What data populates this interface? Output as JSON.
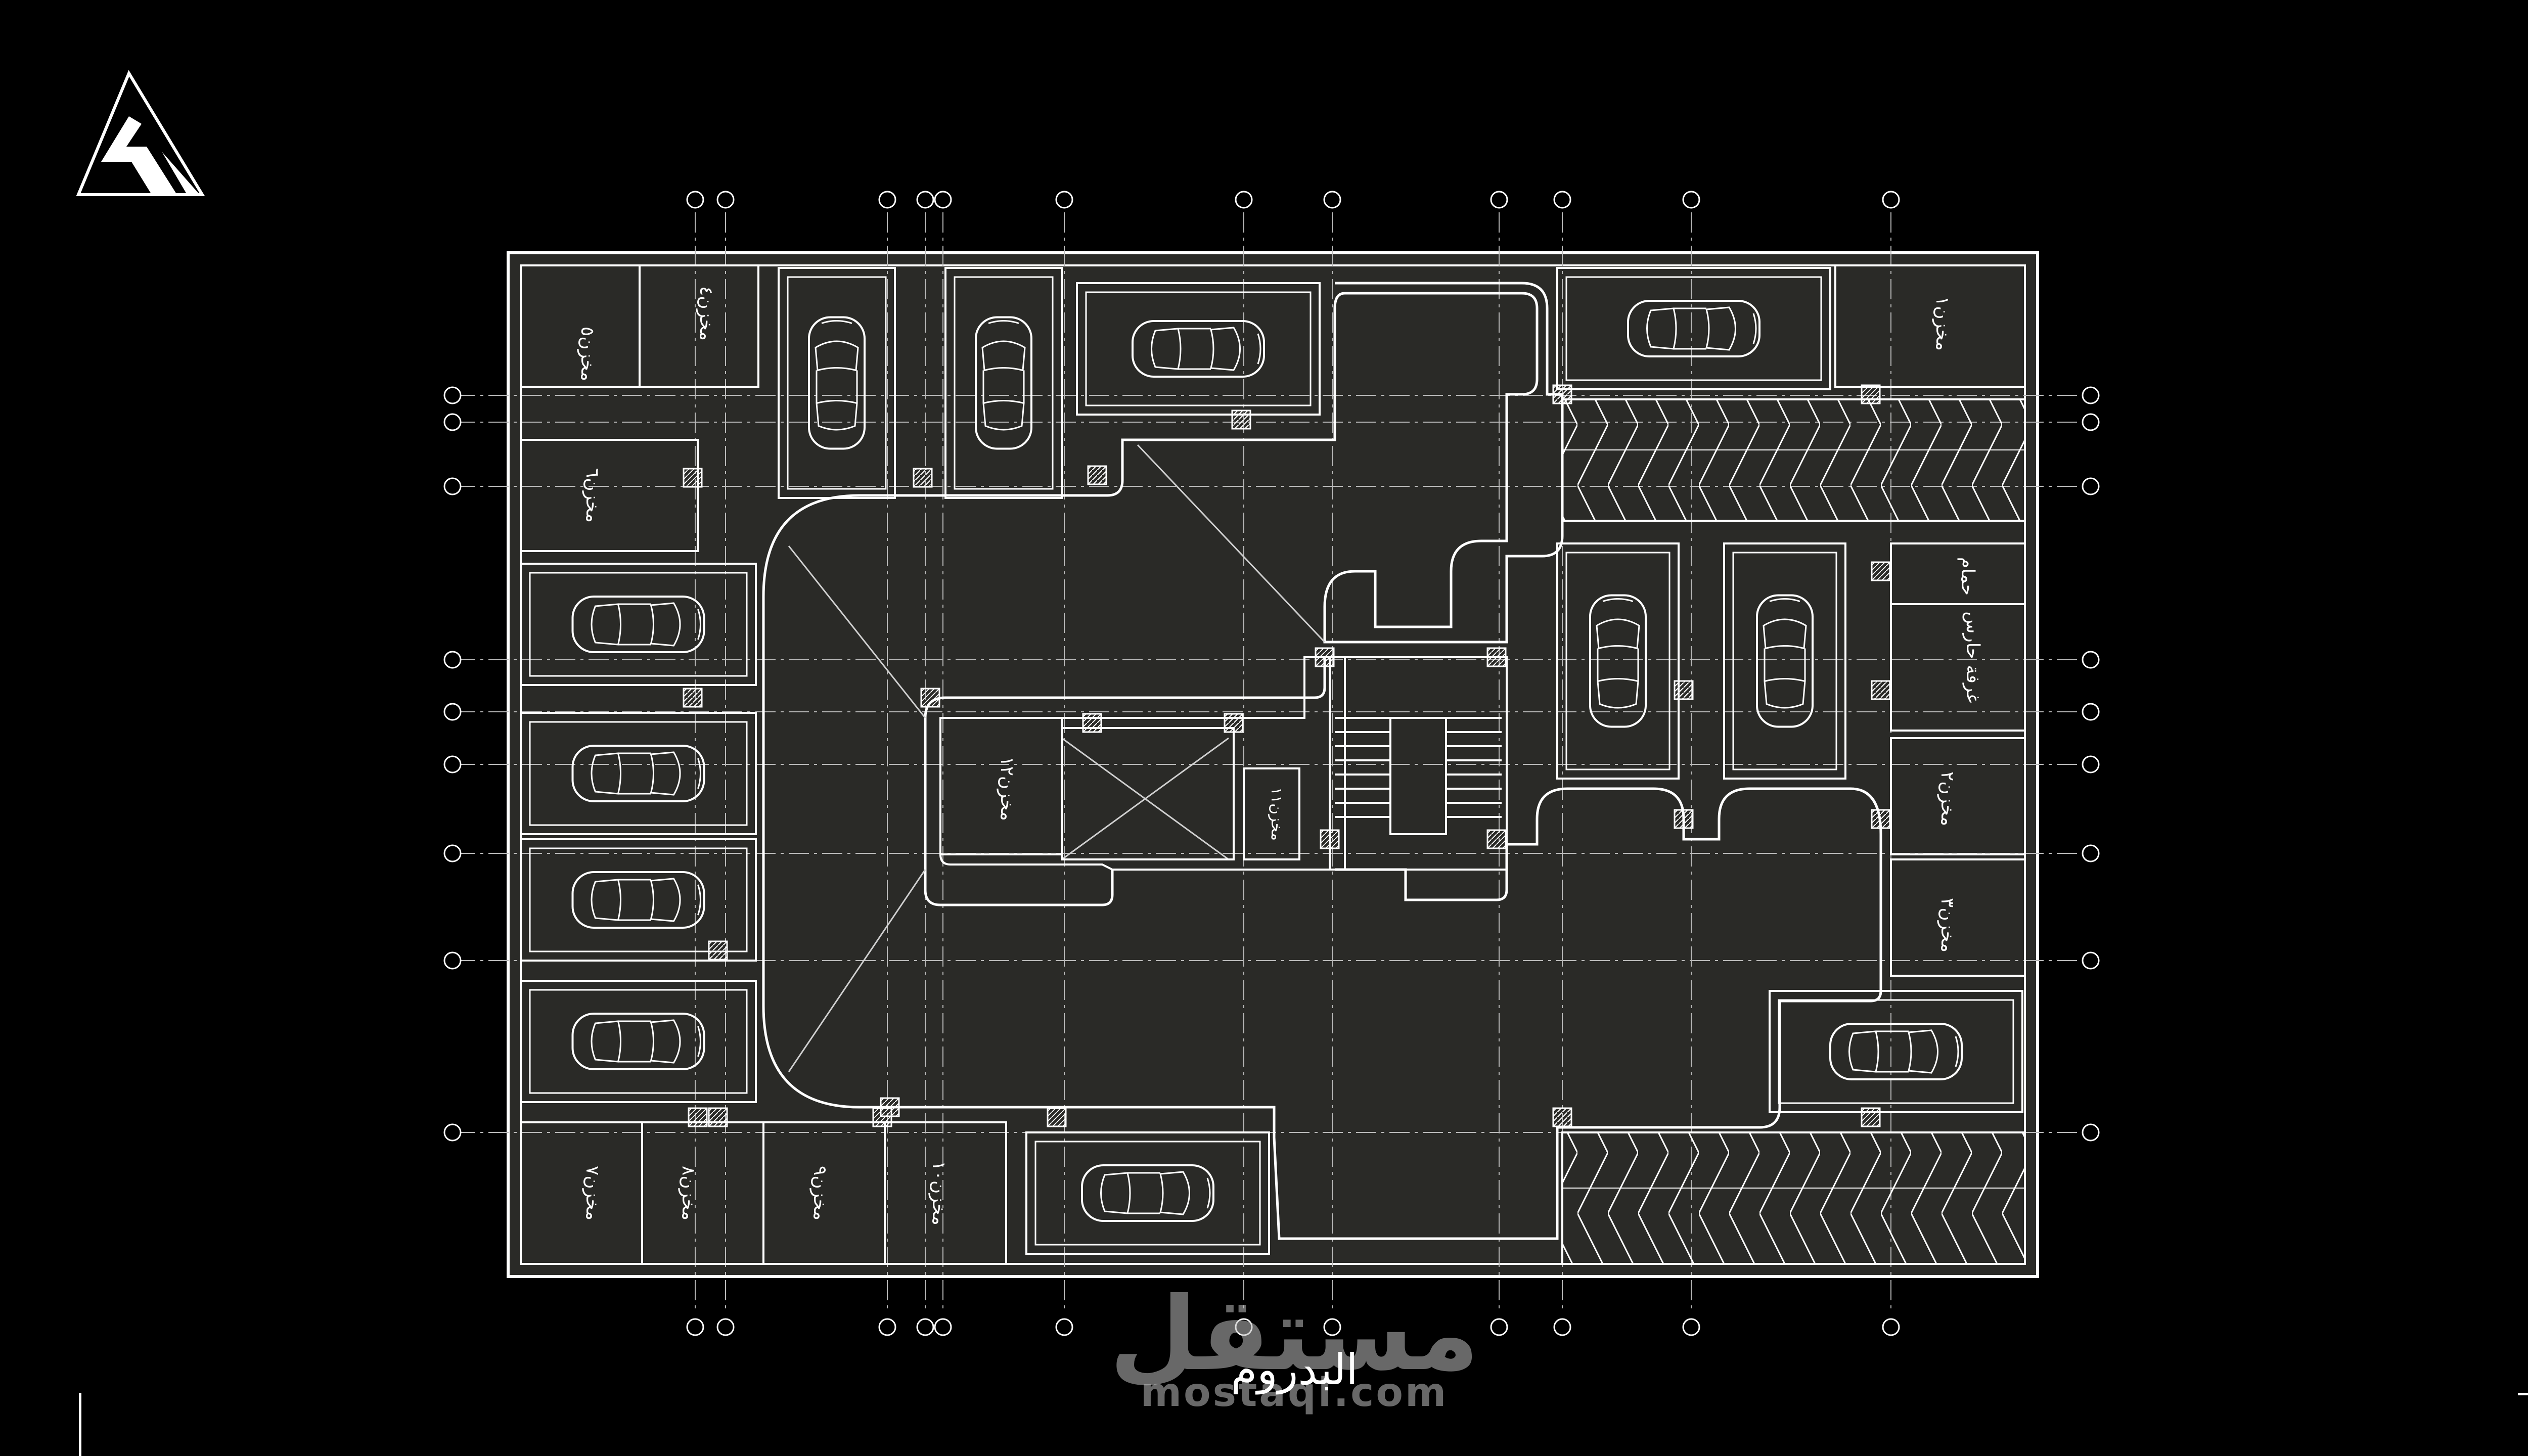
{
  "caption": "البدروم",
  "watermark": {
    "arabic": "مستقل",
    "latin": "mostaql.com"
  },
  "colors": {
    "background": "#000000",
    "floor": "#2a2a27",
    "lines": "#ffffff",
    "grid": "#b9b9b9"
  },
  "icons": {
    "brand": "brand-logo-icon",
    "car": "car-icon",
    "ramp": "ramp-hatch"
  },
  "rooms": [
    {
      "id": "store-1",
      "label": "مخزن١"
    },
    {
      "id": "store-2",
      "label": "مخزن٢"
    },
    {
      "id": "store-3",
      "label": "مخزن٣"
    },
    {
      "id": "store-4",
      "label": "مخزن٤"
    },
    {
      "id": "store-5",
      "label": "مخزن٥"
    },
    {
      "id": "store-6",
      "label": "مخزن٦"
    },
    {
      "id": "store-7",
      "label": "مخزن٧"
    },
    {
      "id": "store-8",
      "label": "مخزن٨"
    },
    {
      "id": "store-9",
      "label": "مخزن٩"
    },
    {
      "id": "store-10",
      "label": "مخزن١٠"
    },
    {
      "id": "store-11",
      "label": "مخزن١١"
    },
    {
      "id": "store-12",
      "label": "مخزن١٢"
    },
    {
      "id": "guard-room",
      "label": "غرفة حارس"
    },
    {
      "id": "wc",
      "label": "حمام"
    }
  ]
}
